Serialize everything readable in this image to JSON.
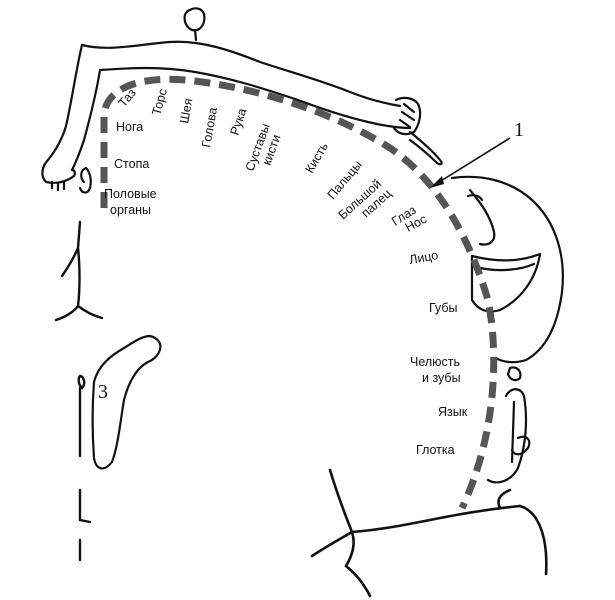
{
  "labels": [
    {
      "id": "taz",
      "text": "Таз"
    },
    {
      "id": "noga",
      "text": "Нога"
    },
    {
      "id": "tors",
      "text": "Торс"
    },
    {
      "id": "sheya",
      "text": "Шея"
    },
    {
      "id": "golova",
      "text": "Голова"
    },
    {
      "id": "ruka",
      "text": "Рука"
    },
    {
      "id": "sustavy",
      "text": "Суставы"
    },
    {
      "id": "kisti",
      "text": "кисти"
    },
    {
      "id": "kist",
      "text": "Кисть"
    },
    {
      "id": "paltsy",
      "text": "Пальцы"
    },
    {
      "id": "bolshoy",
      "text": "Большой"
    },
    {
      "id": "palets",
      "text": "палец"
    },
    {
      "id": "glaz",
      "text": "Глаз"
    },
    {
      "id": "nos",
      "text": "Нос"
    },
    {
      "id": "stopa",
      "text": "Стопа"
    },
    {
      "id": "polovye",
      "text": "Половые"
    },
    {
      "id": "organy",
      "text": "органы"
    },
    {
      "id": "litso",
      "text": "Лицо"
    },
    {
      "id": "guby",
      "text": "Губы"
    },
    {
      "id": "chelyust",
      "text": "Челюсть"
    },
    {
      "id": "izuby",
      "text": "и зубы"
    },
    {
      "id": "yazyk",
      "text": "Язык"
    },
    {
      "id": "glotka",
      "text": "Глотка"
    }
  ],
  "markers": {
    "one": "1",
    "three": "3"
  }
}
